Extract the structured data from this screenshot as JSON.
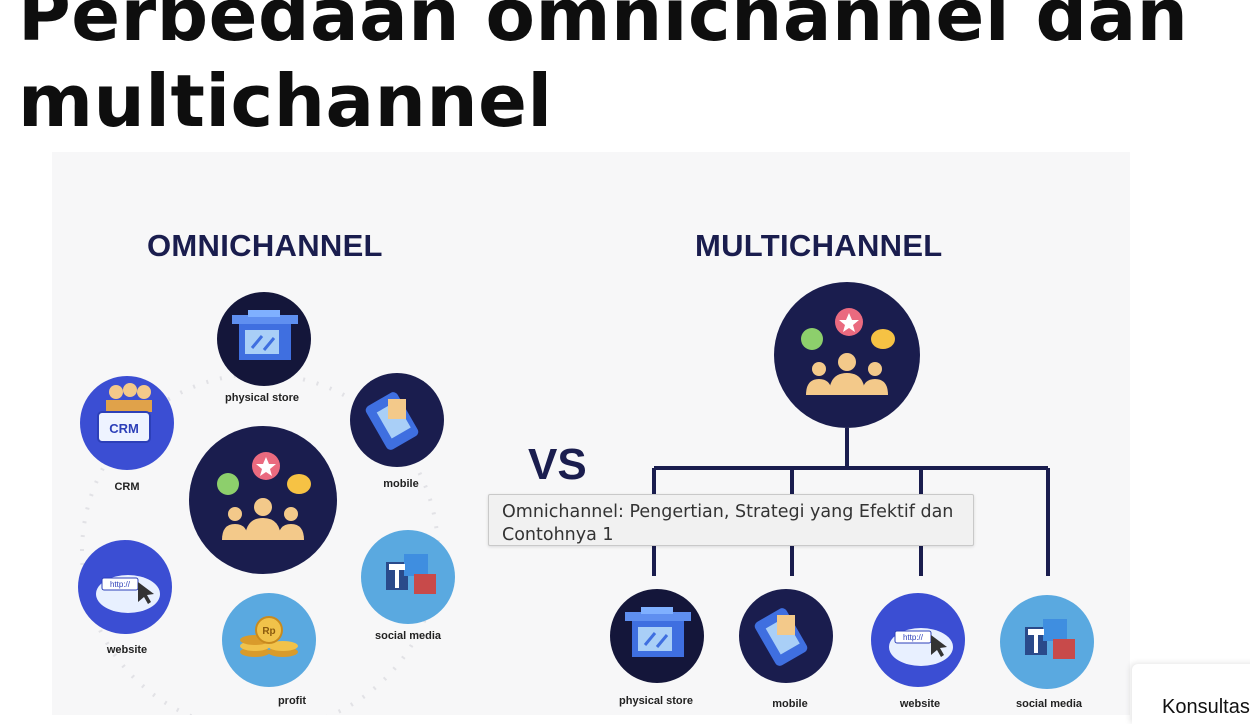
{
  "article": {
    "title": "Perbedaan omnichannel dan multichannel"
  },
  "infographic": {
    "left_title": "OMNICHANNEL",
    "right_title": "MULTICHANNEL",
    "vs": "VS",
    "omni_nodes": {
      "physical_store": "physical store",
      "mobile": "mobile",
      "crm": "CRM",
      "website": "website",
      "profit": "profit",
      "social_media": "social media"
    },
    "crm_badge": "CRM",
    "rp_badge": "Rp",
    "http_badge": "http://",
    "multi_nodes": {
      "physical_store": "physical store",
      "mobile": "mobile",
      "website": "website",
      "social_media": "social media"
    },
    "colors": {
      "navy": "#1a1d4e",
      "circle_blue": "#3b4ed3",
      "light_blue": "#5aa9e0",
      "sand": "#f3c98a"
    }
  },
  "tooltip": {
    "text": "Omnichannel: Pengertian, Strategi yang Efektif dan Contohnya 1"
  },
  "chat_widget": {
    "label": "Konsultasi"
  }
}
